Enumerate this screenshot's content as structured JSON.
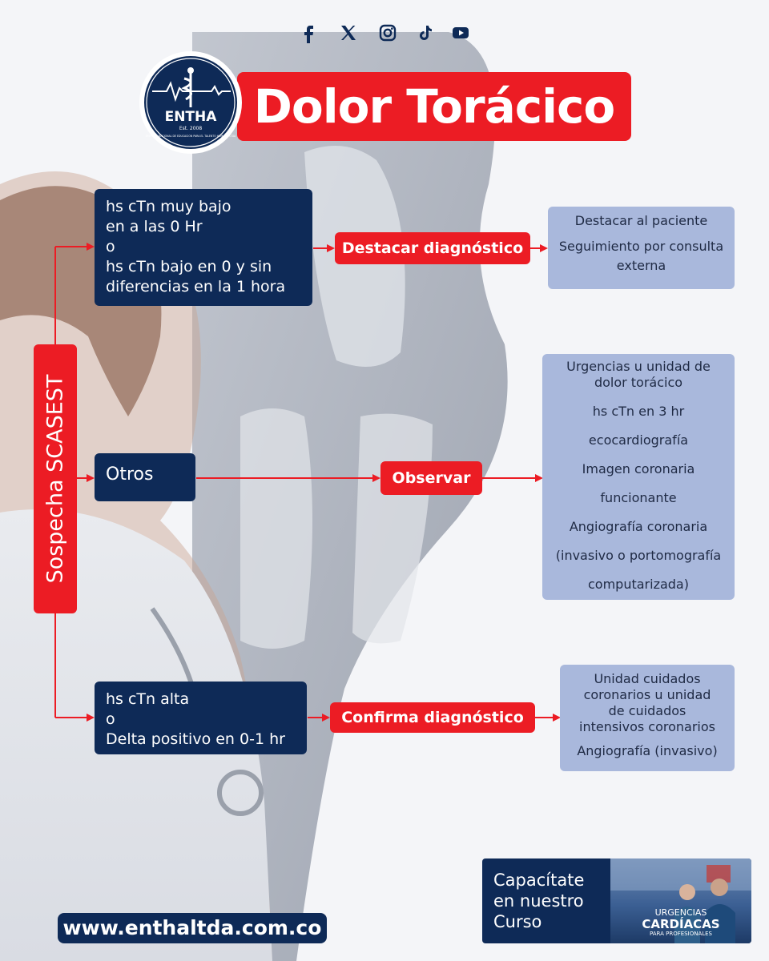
{
  "header": {
    "title": "Dolor Torácico",
    "social_icons": [
      "facebook-icon",
      "x-icon",
      "instagram-icon",
      "tiktok-icon",
      "youtube-icon"
    ]
  },
  "logo": {
    "name": "ENTHA",
    "est": "Est. 2008",
    "tagline": "EMPRESA NACIONAL DE EDUCACION PARA EL TALENTO HUMANO LTDA"
  },
  "diagram": {
    "root": "Sospecha SCASEST",
    "branches": [
      {
        "condition": [
          "hs cTn muy bajo",
          "en a las 0 Hr",
          "o",
          "hs cTn bajo en 0 y sin",
          "diferencias en la 1 hora"
        ],
        "action": "Destacar diagnóstico",
        "outcome": [
          "Destacar al paciente",
          "Seguimiento por consulta",
          "externa"
        ]
      },
      {
        "condition": [
          "Otros"
        ],
        "action": "Observar",
        "outcome": [
          "Urgencias u unidad de",
          "dolor torácico",
          "hs cTn en 3 hr",
          "ecocardiografía",
          "Imagen coronaria",
          "funcionante",
          "Angiografía coronaria",
          "(invasivo o portomografía",
          "computarizada)"
        ]
      },
      {
        "condition": [
          "hs cTn alta",
          "o",
          "Delta positivo en 0-1 hr"
        ],
        "action": "Confirma diagnóstico",
        "outcome": [
          "Unidad cuidados",
          "coronarios u unidad",
          "de cuidados",
          "intensivos coronarios",
          "Angiografía (invasivo)"
        ]
      }
    ]
  },
  "footer": {
    "url": "www.enthaltda.com.co",
    "promo": {
      "lines": [
        "Capacítate",
        "en nuestro",
        "Curso"
      ],
      "course_line1": "URGENCIAS",
      "course_line2": "CARDÍACAS",
      "course_line3": "PARA PROFESIONALES"
    }
  },
  "colors": {
    "red": "#ec1c24",
    "navy": "#0e2a57",
    "light_blue": "#a9b8dc"
  }
}
